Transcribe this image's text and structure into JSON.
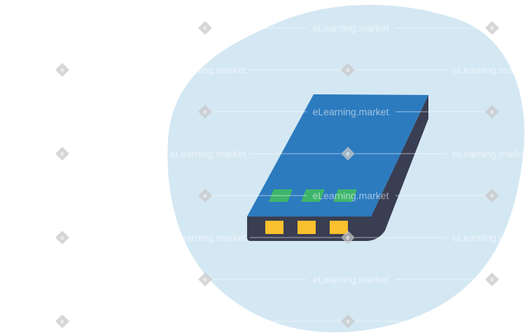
{
  "watermark": {
    "text": "eLearning.market",
    "badge_letter": "e"
  },
  "colors": {
    "background": "#ffffff",
    "blob": "#d4e8f3",
    "battery_top": "#2c7bbf",
    "battery_side": "#3a3e52",
    "contacts_green": "#3fb56b",
    "contacts_yellow": "#fbc02d"
  },
  "illustration": {
    "subject": "battery",
    "icon": "battery-icon",
    "green_contacts": 3,
    "yellow_terminals": 3
  }
}
